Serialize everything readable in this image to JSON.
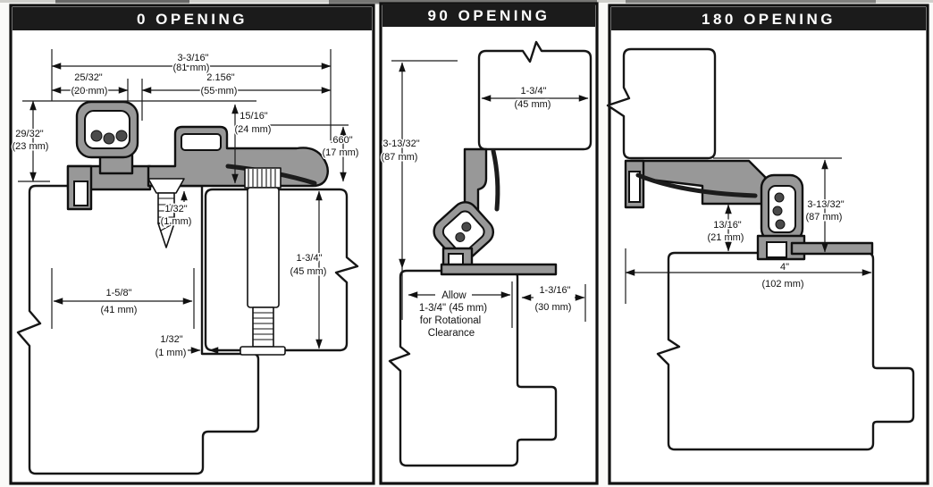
{
  "colors": {
    "panel_border": "#111111",
    "title_bg": "#1b1b1b",
    "title_fg": "#ffffff",
    "line": "#1a1a1a",
    "hinge_fill": "#989898",
    "paper": "#fafaf8"
  },
  "panels": [
    {
      "title": "0 OPENING",
      "dims": {
        "overall_w": {
          "in": "3-3/16\"",
          "mm": "(81 mm)"
        },
        "left_w": {
          "in": "25/32\"",
          "mm": "(20 mm)"
        },
        "right_w": {
          "in": "2.156\"",
          "mm": "(55 mm)"
        },
        "inset_h": {
          "in": "15/16\"",
          "mm": "(24 mm)"
        },
        "cap_h": {
          "in": ".660\"",
          "mm": "(17 mm)"
        },
        "knuckle_h": {
          "in": "29/32\"",
          "mm": "(23 mm)"
        },
        "top_clearance": {
          "in": "1/32\"",
          "mm": "(1 mm)"
        },
        "door_thickness": {
          "in": "1-3/4\"",
          "mm": "(45 mm)"
        },
        "frame_rabbet": {
          "in": "1-5/8\"",
          "mm": "(41 mm)"
        },
        "side_clearance": {
          "in": "1/32\"",
          "mm": "(1 mm)"
        }
      }
    },
    {
      "title": "90 OPENING",
      "dims": {
        "door_thickness": {
          "in": "1-3/4\"",
          "mm": "(45 mm)"
        },
        "projection": {
          "in": "3-13/32\"",
          "mm": "(87 mm)"
        },
        "clearance_gap": {
          "in": "1-3/16\"",
          "mm": "(30 mm)"
        }
      },
      "note_lines": [
        "Allow",
        "1-3/4\" (45 mm)",
        "for Rotational",
        "Clearance"
      ]
    },
    {
      "title": "180 OPENING",
      "dims": {
        "projection": {
          "in": "3-13/32\"",
          "mm": "(87 mm)"
        },
        "gap": {
          "in": "13/16\"",
          "mm": "(21 mm)"
        },
        "frame_face": {
          "in": "4\"",
          "mm": "(102 mm)"
        }
      }
    }
  ]
}
